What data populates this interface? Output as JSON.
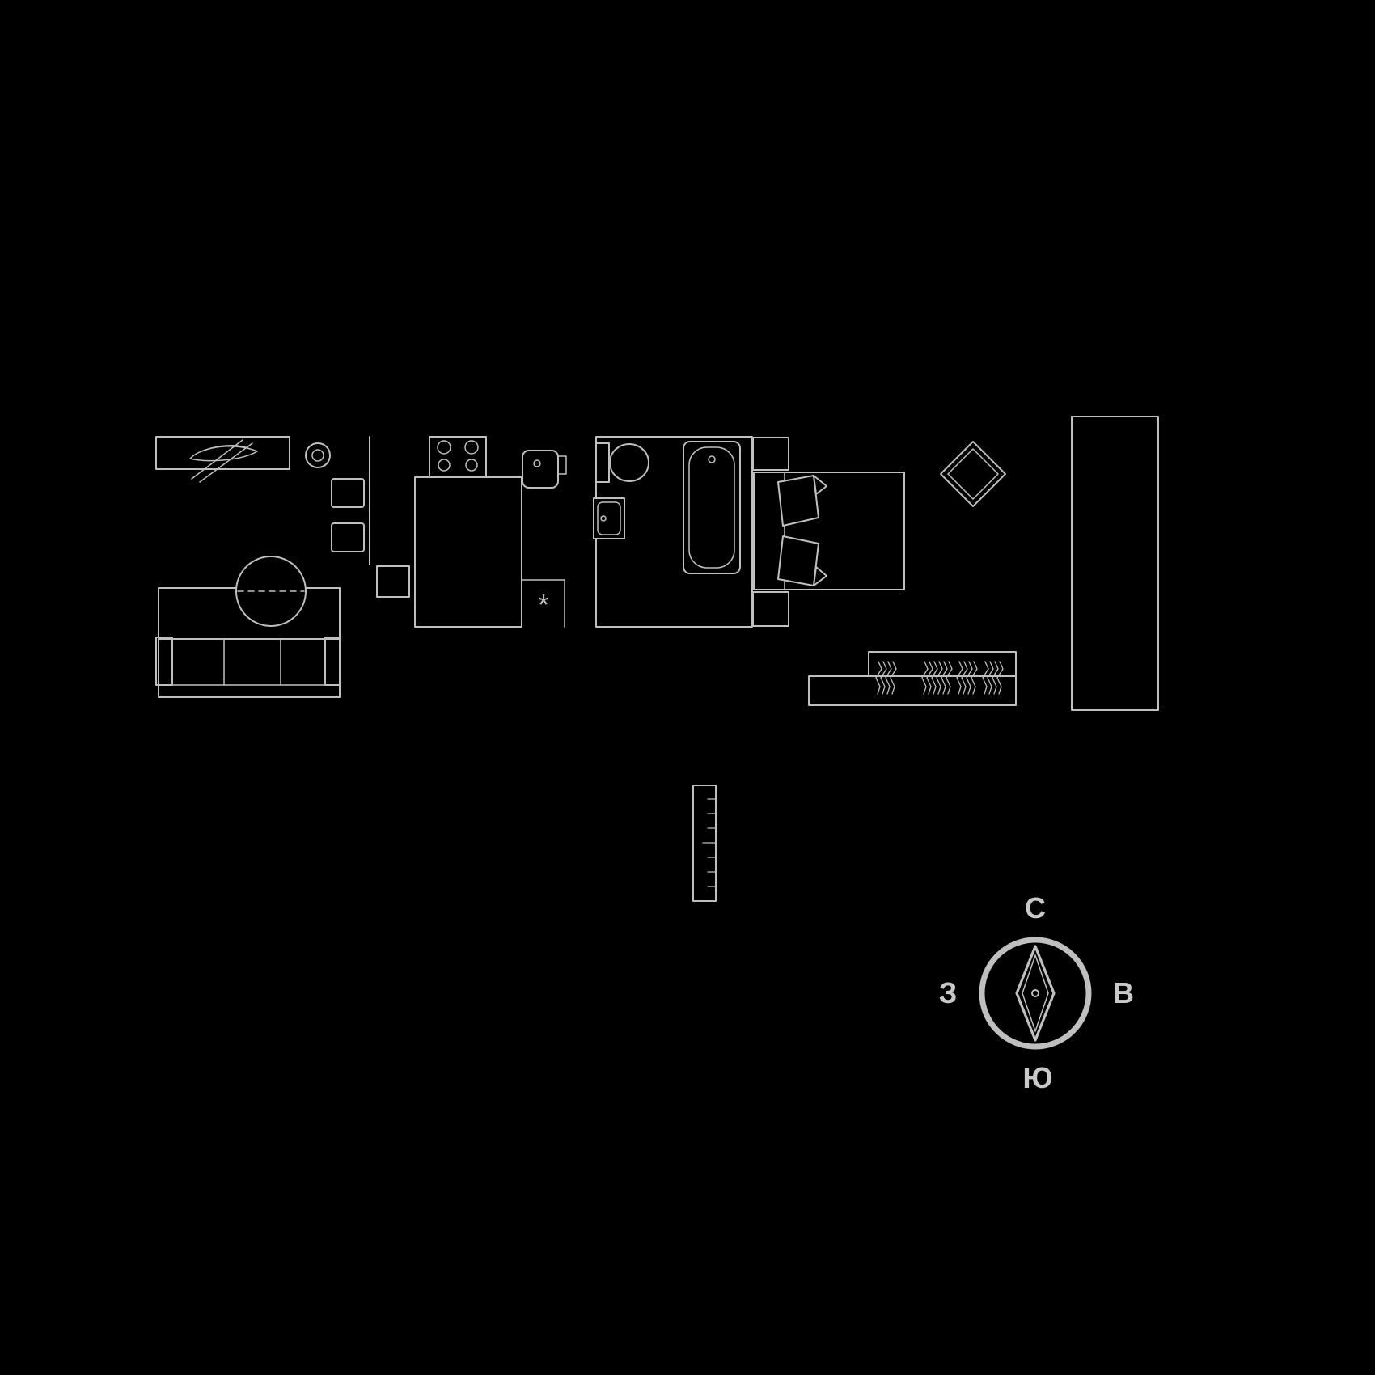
{
  "palette": {
    "background": "#000000",
    "line": "#bfbfbf",
    "accent_red": "#e8312f"
  },
  "floor_plan": {
    "kitchen_star": "*",
    "furniture_icons": [
      {
        "icon": "iron-shelf-icon",
        "label": "shelf with iron"
      },
      {
        "icon": "double-ring-icon",
        "label": "round fixture"
      },
      {
        "icon": "stool-icon",
        "label": "stool"
      },
      {
        "icon": "stove-icon",
        "label": "4-burner stove"
      },
      {
        "icon": "kitchen-sink-icon",
        "label": "kitchen sink"
      },
      {
        "icon": "tile-grid-icon",
        "label": "tiled floor"
      },
      {
        "icon": "toilet-icon",
        "label": "toilet"
      },
      {
        "icon": "washbasin-icon",
        "label": "washbasin"
      },
      {
        "icon": "bathtub-icon",
        "label": "bathtub"
      },
      {
        "icon": "nightstand-icon",
        "label": "nightstand"
      },
      {
        "icon": "bed-icon",
        "label": "double bed with pillows"
      },
      {
        "icon": "side-table-icon",
        "label": "rotated square table"
      },
      {
        "icon": "wardrobe-icon",
        "label": "wardrobe with hangers"
      },
      {
        "icon": "sofa-icon",
        "label": "corner sofa"
      },
      {
        "icon": "round-table-icon",
        "label": "round table"
      },
      {
        "icon": "ruler-icon",
        "label": "vertical ruler strip"
      },
      {
        "icon": "balcony-grid-icon",
        "label": "balcony tiles"
      }
    ]
  },
  "compass": {
    "north_label": "С",
    "east_label": "В",
    "south_label": "Ю",
    "west_label": "З"
  }
}
